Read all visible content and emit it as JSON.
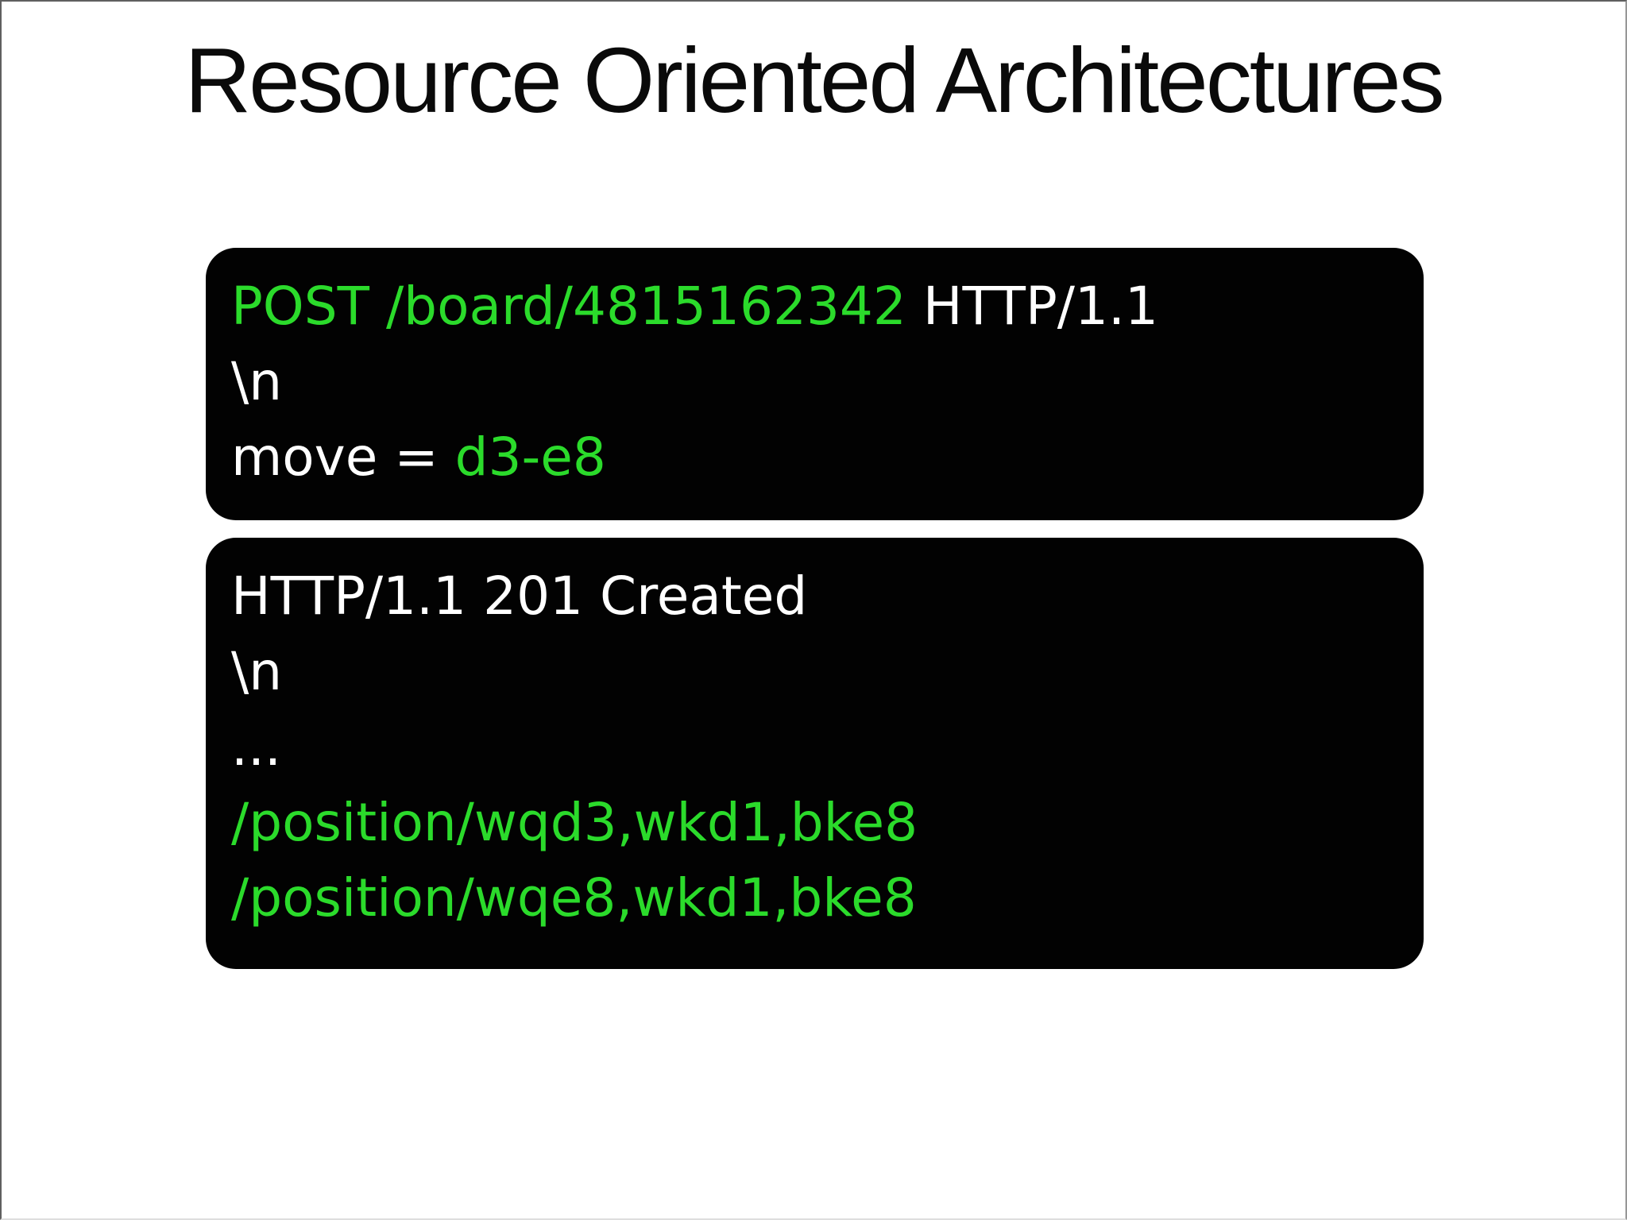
{
  "slide": {
    "title": "Resource Oriented Architectures",
    "colors": {
      "code_green": "#2bdb2b",
      "code_white": "#ffffff",
      "box_bg": "#020202",
      "page_bg": "#ffffff",
      "title_text": "#0a0a0a",
      "frame_border": "#5f5f5f"
    },
    "request_box": {
      "lines": [
        {
          "segments": [
            {
              "text": "POST /board/4815162342",
              "color": "green"
            },
            {
              "text": " HTTP/1.1",
              "color": "white"
            }
          ]
        },
        {
          "segments": [
            {
              "text": "\\n",
              "color": "white"
            }
          ]
        },
        {
          "segments": [
            {
              "text": "move = ",
              "color": "white"
            },
            {
              "text": "d3-e8",
              "color": "green"
            }
          ]
        }
      ]
    },
    "response_box": {
      "lines": [
        {
          "segments": [
            {
              "text": "HTTP/1.1 201 Created",
              "color": "white"
            }
          ]
        },
        {
          "segments": [
            {
              "text": "\\n",
              "color": "white"
            }
          ]
        },
        {
          "segments": [
            {
              "text": "...",
              "color": "white"
            }
          ]
        },
        {
          "segments": [
            {
              "text": "/position/wqd3,wkd1,bke8",
              "color": "green"
            }
          ]
        },
        {
          "segments": [
            {
              "text": "/position/wqe8,wkd1,bke8",
              "color": "green"
            }
          ]
        }
      ]
    }
  }
}
